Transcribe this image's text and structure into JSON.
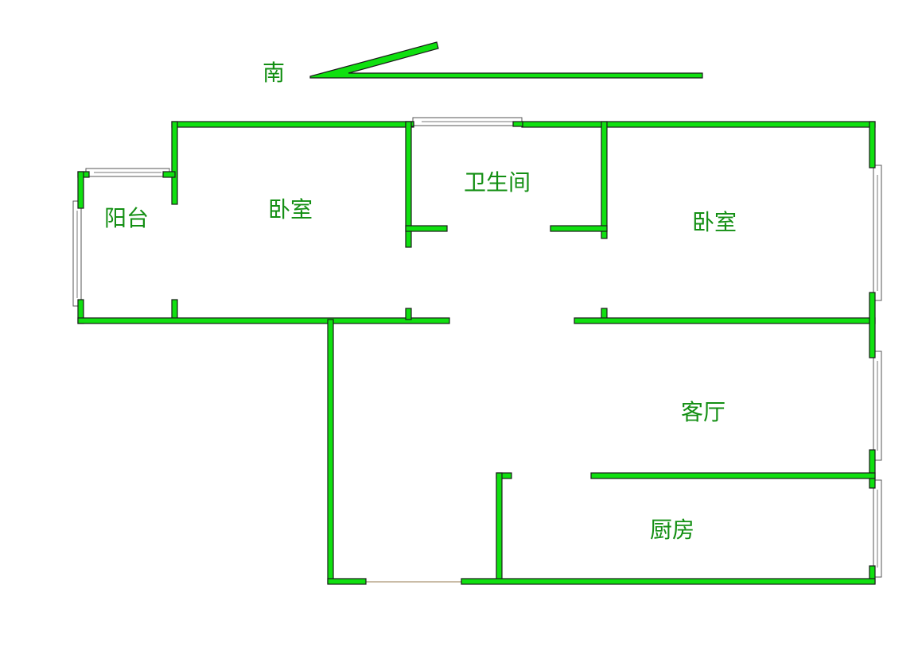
{
  "compass": {
    "direction_label": "南"
  },
  "rooms": {
    "balcony": "阳台",
    "bedroom_left": "卧室",
    "bathroom": "卫生间",
    "bedroom_right": "卧室",
    "living_room": "客厅",
    "kitchen": "厨房"
  },
  "colors": {
    "wall": "#10e010",
    "label": "#138f13",
    "outline": "#1a1a1a"
  }
}
